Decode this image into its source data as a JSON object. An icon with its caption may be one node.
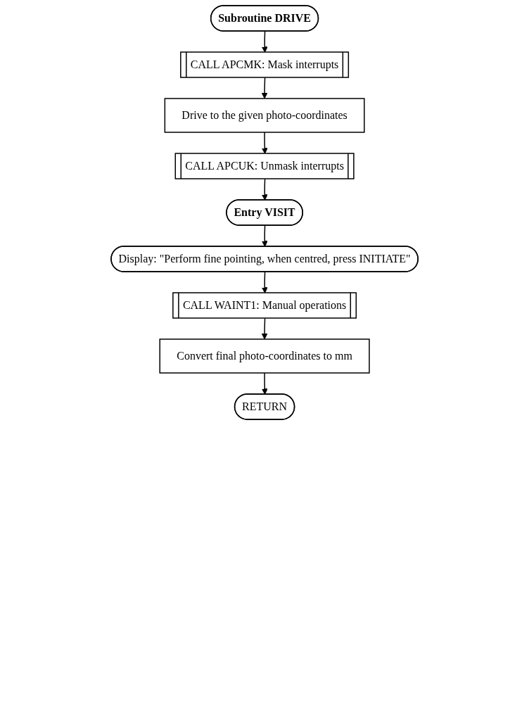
{
  "diagram": {
    "nodes": [
      {
        "text": [
          "Subroutine DRIVE"
        ]
      },
      {
        "text": [
          "CALL APCMK: Mask interrupts"
        ]
      },
      {
        "text": [
          "Drive to the given photo-coordinates"
        ]
      },
      {
        "text": [
          "CALL APCUK: Unmask interrupts"
        ]
      },
      {
        "text": [
          "Entry VISIT"
        ]
      },
      {
        "text": [
          "Display: \"Perform fine pointing, when centred, press INITIATE\""
        ]
      },
      {
        "text": [
          "CALL WAINT1: Manual operations"
        ]
      },
      {
        "text": [
          "Convert final photo-coordinates to mm"
        ]
      },
      {
        "text": [
          "RETURN"
        ]
      }
    ],
    "edges": [
      {
        "from": 0,
        "to": 1,
        "arrow": "to"
      },
      {
        "from": 1,
        "to": 2,
        "arrow": "to"
      },
      {
        "from": 2,
        "to": 3,
        "arrow": "to"
      },
      {
        "from": 3,
        "to": 4,
        "arrow": "to"
      },
      {
        "from": 4,
        "to": 5,
        "arrow": "to"
      },
      {
        "from": 5,
        "to": 6,
        "arrow": "to"
      },
      {
        "from": 6,
        "to": 7,
        "arrow": "to"
      },
      {
        "from": 7,
        "to": 8,
        "arrow": "to"
      }
    ]
  }
}
